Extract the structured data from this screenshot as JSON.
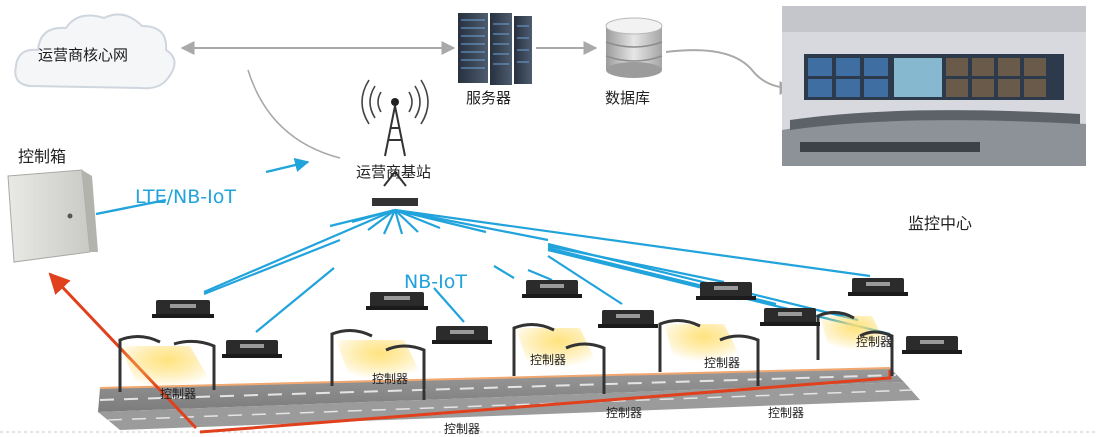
{
  "nodes": {
    "carrier_core": "运营商核心网",
    "server": "服务器",
    "database": "数据库",
    "control_box": "控制箱",
    "base_station": "运营商基站",
    "monitor_center": "监控中心"
  },
  "links": {
    "lte": "LTE/NB-IoT",
    "nb": "NB-IoT"
  },
  "controllers": {
    "label": "控制器",
    "c1": "控制器",
    "c2": "控制器",
    "c3": "控制器",
    "c4": "控制器",
    "c5": "控制器",
    "c6": "控制器",
    "c7": "控制器",
    "c8": "控制器"
  },
  "colors": {
    "link_blue": "#21a3dc",
    "arrow_gray": "#a9a9a9",
    "cable_red": "#e0401c",
    "road_gray": "#8a8a8a"
  }
}
